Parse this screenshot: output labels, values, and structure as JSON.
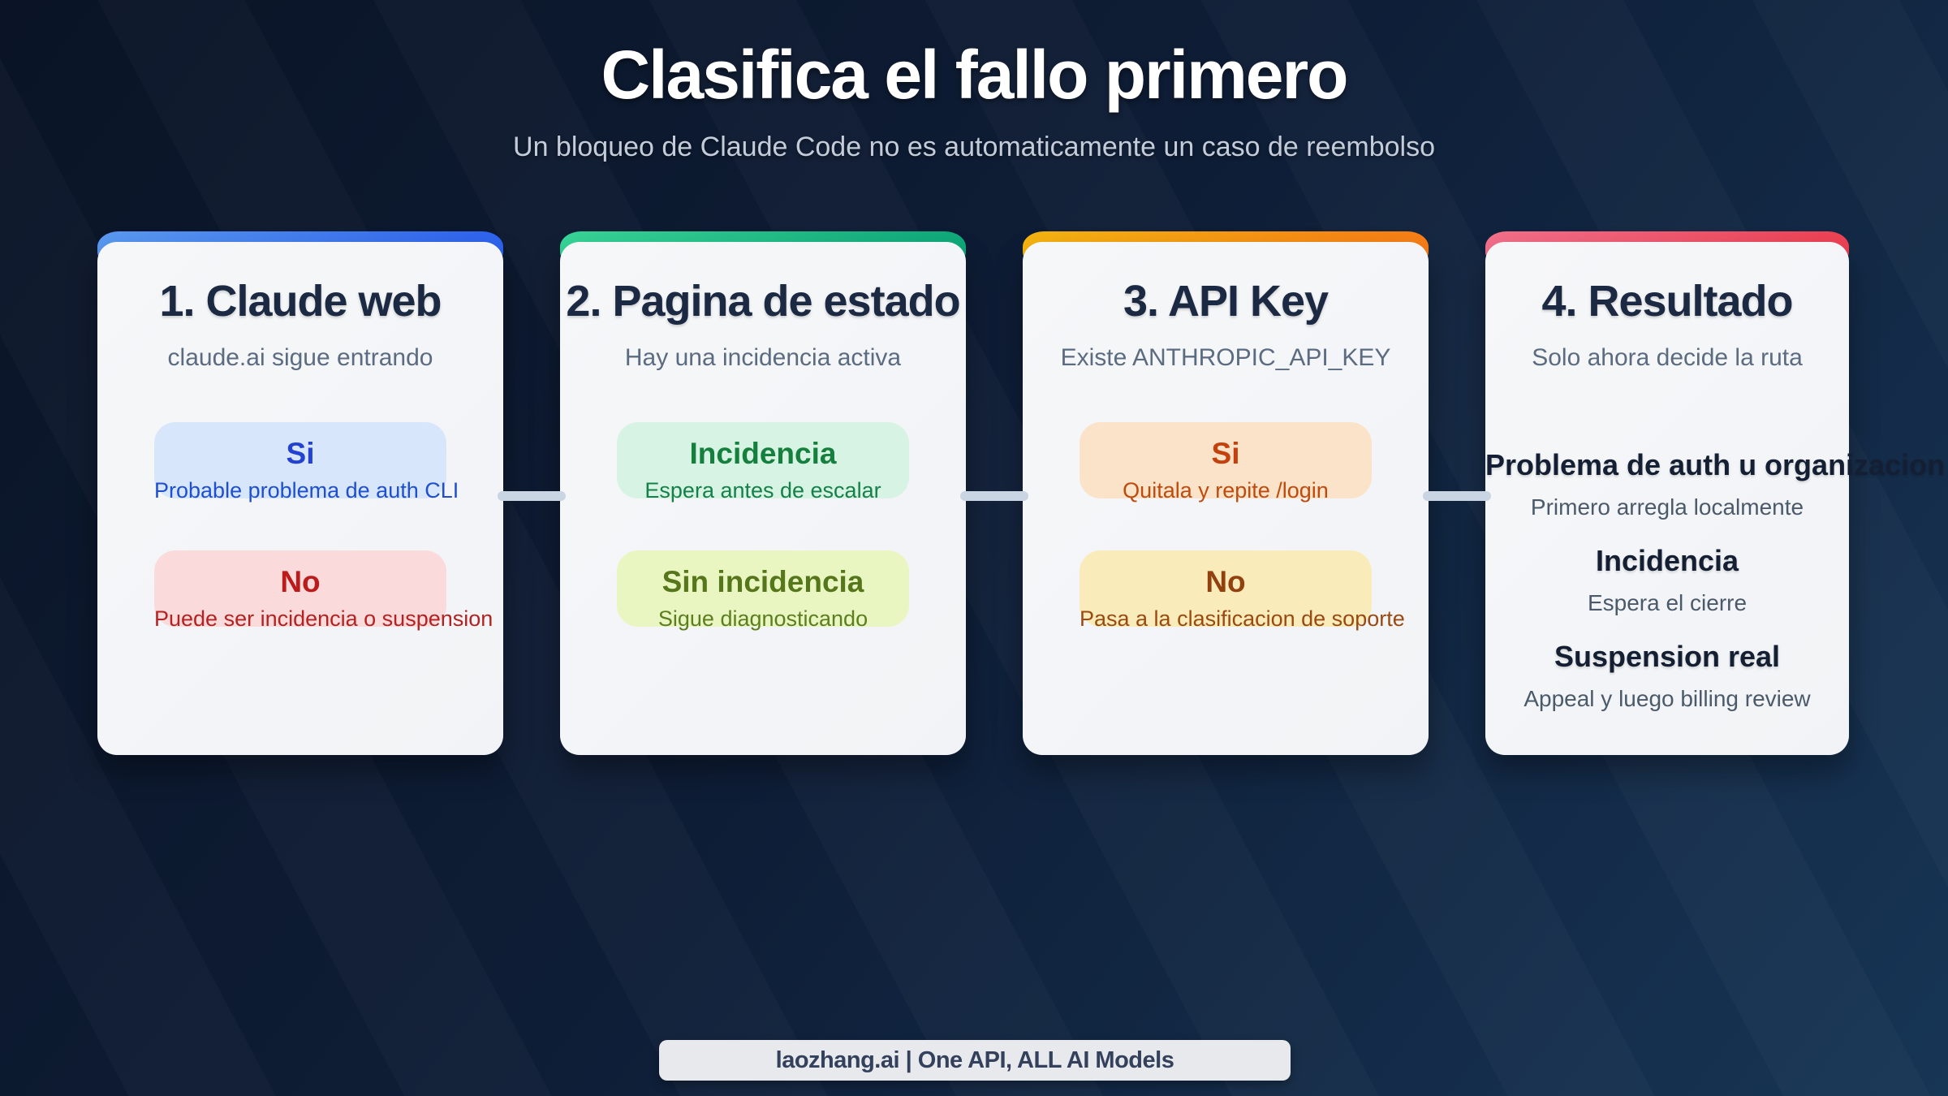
{
  "page": {
    "title": "Clasifica el fallo primero",
    "subtitle": "Un bloqueo de Claude Code no es automaticamente un caso de reembolso"
  },
  "colors": {
    "background_from": "#0a1426",
    "background_to": "#173555",
    "card_background": "#f4f5f7",
    "connector": "#c9d5e2",
    "footer_background": "#e7e9ed",
    "footer_text": "#33415c"
  },
  "cards": [
    {
      "title": "1. Claude web",
      "subtitle": "claude.ai sigue entrando",
      "accent_from": "#5a9af2",
      "accent_to": "#2d63ee",
      "options": [
        {
          "label": "Si",
          "detail": "Probable problema de auth CLI",
          "bg": "#d8e6fc",
          "label_color": "#2342d1",
          "detail_color": "#1e4fd0"
        },
        {
          "label": "No",
          "detail": "Puede ser incidencia o suspension",
          "bg": "#fadada",
          "label_color": "#bb1b1b",
          "detail_color": "#b42222"
        }
      ]
    },
    {
      "title": "2. Pagina de estado",
      "subtitle": "Hay una incidencia activa",
      "accent_from": "#38d598",
      "accent_to": "#0fa97a",
      "options": [
        {
          "label": "Incidencia",
          "detail": "Espera antes de escalar",
          "bg": "#d7f3e3",
          "label_color": "#15803d",
          "detail_color": "#158049"
        },
        {
          "label": "Sin incidencia",
          "detail": "Sigue diagnosticando",
          "bg": "#e9f6c2",
          "label_color": "#55761b",
          "detail_color": "#5c7e1f"
        }
      ]
    },
    {
      "title": "3. API Key",
      "subtitle": "Existe ANTHROPIC_API_KEY",
      "accent_from": "#f6b511",
      "accent_to": "#f87d16",
      "options": [
        {
          "label": "Si",
          "detail": "Quitala y repite /login",
          "bg": "#fbe3c9",
          "label_color": "#c2410c",
          "detail_color": "#bf4a0e"
        },
        {
          "label": "No",
          "detail": "Pasa a la clasificacion de soporte",
          "bg": "#f9ecba",
          "label_color": "#92400e",
          "detail_color": "#9a4a10"
        }
      ]
    },
    {
      "title": "4. Resultado",
      "subtitle": "Solo ahora decide la ruta",
      "accent_from": "#f4708b",
      "accent_to": "#ee4153",
      "outcomes": [
        {
          "title": "Problema de auth u organizacion",
          "detail": "Primero arregla localmente"
        },
        {
          "title": "Incidencia",
          "detail": "Espera el cierre"
        },
        {
          "title": "Suspension real",
          "detail": "Appeal y luego billing review"
        }
      ]
    }
  ],
  "footer": {
    "badge": "laozhang.ai | One API, ALL AI Models"
  }
}
